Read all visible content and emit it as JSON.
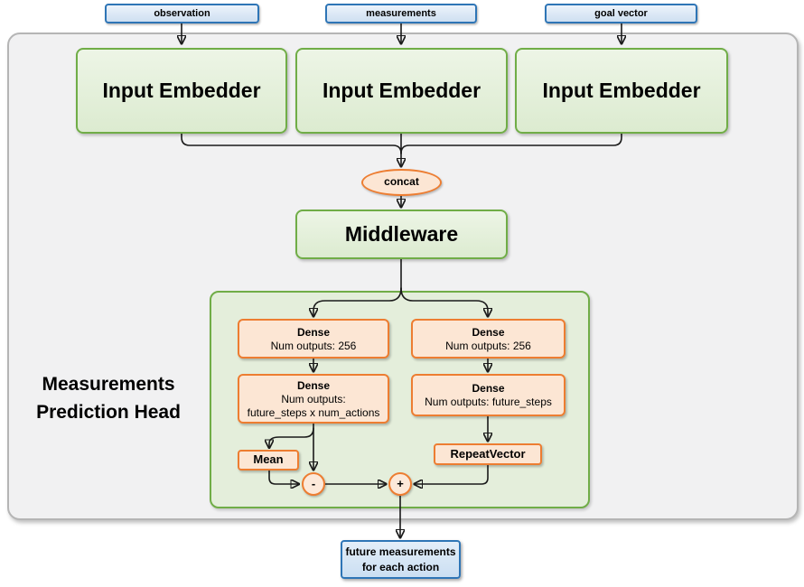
{
  "inputs": [
    {
      "label": "observation"
    },
    {
      "label": "measurements"
    },
    {
      "label": "goal vector"
    }
  ],
  "embedders": [
    {
      "label": "Input Embedder"
    },
    {
      "label": "Input Embedder"
    },
    {
      "label": "Input Embedder"
    }
  ],
  "concat": {
    "label": "concat"
  },
  "middleware": {
    "label": "Middleware"
  },
  "head": {
    "title": "Measurements Prediction Head",
    "dense_left_1": {
      "title": "Dense",
      "subtitle": "Num outputs: 256"
    },
    "dense_right_1": {
      "title": "Dense",
      "subtitle": "Num outputs: 256"
    },
    "dense_left_2": {
      "title": "Dense",
      "subtitle": "Num outputs:\nfuture_steps x num_actions"
    },
    "dense_right_2": {
      "title": "Dense",
      "subtitle": "Num outputs: future_steps"
    },
    "mean": {
      "label": "Mean"
    },
    "repeat_vector": {
      "label": "RepeatVector"
    },
    "minus": {
      "label": "-"
    },
    "plus": {
      "label": "+"
    }
  },
  "output": {
    "label": "future measurements\nfor each action"
  },
  "colors": {
    "blue_border": "#2E75B6",
    "blue_fill": "#D9E7F5",
    "green_border": "#70AD47",
    "green_fill": "#E4F0DB",
    "head_fill": "#E4EEDB",
    "orange_border": "#ED7D31",
    "orange_fill": "#FCE6D4",
    "container_fill": "#F1F1F2",
    "container_border": "#B5B5B5",
    "line": "#1A1A1A"
  }
}
